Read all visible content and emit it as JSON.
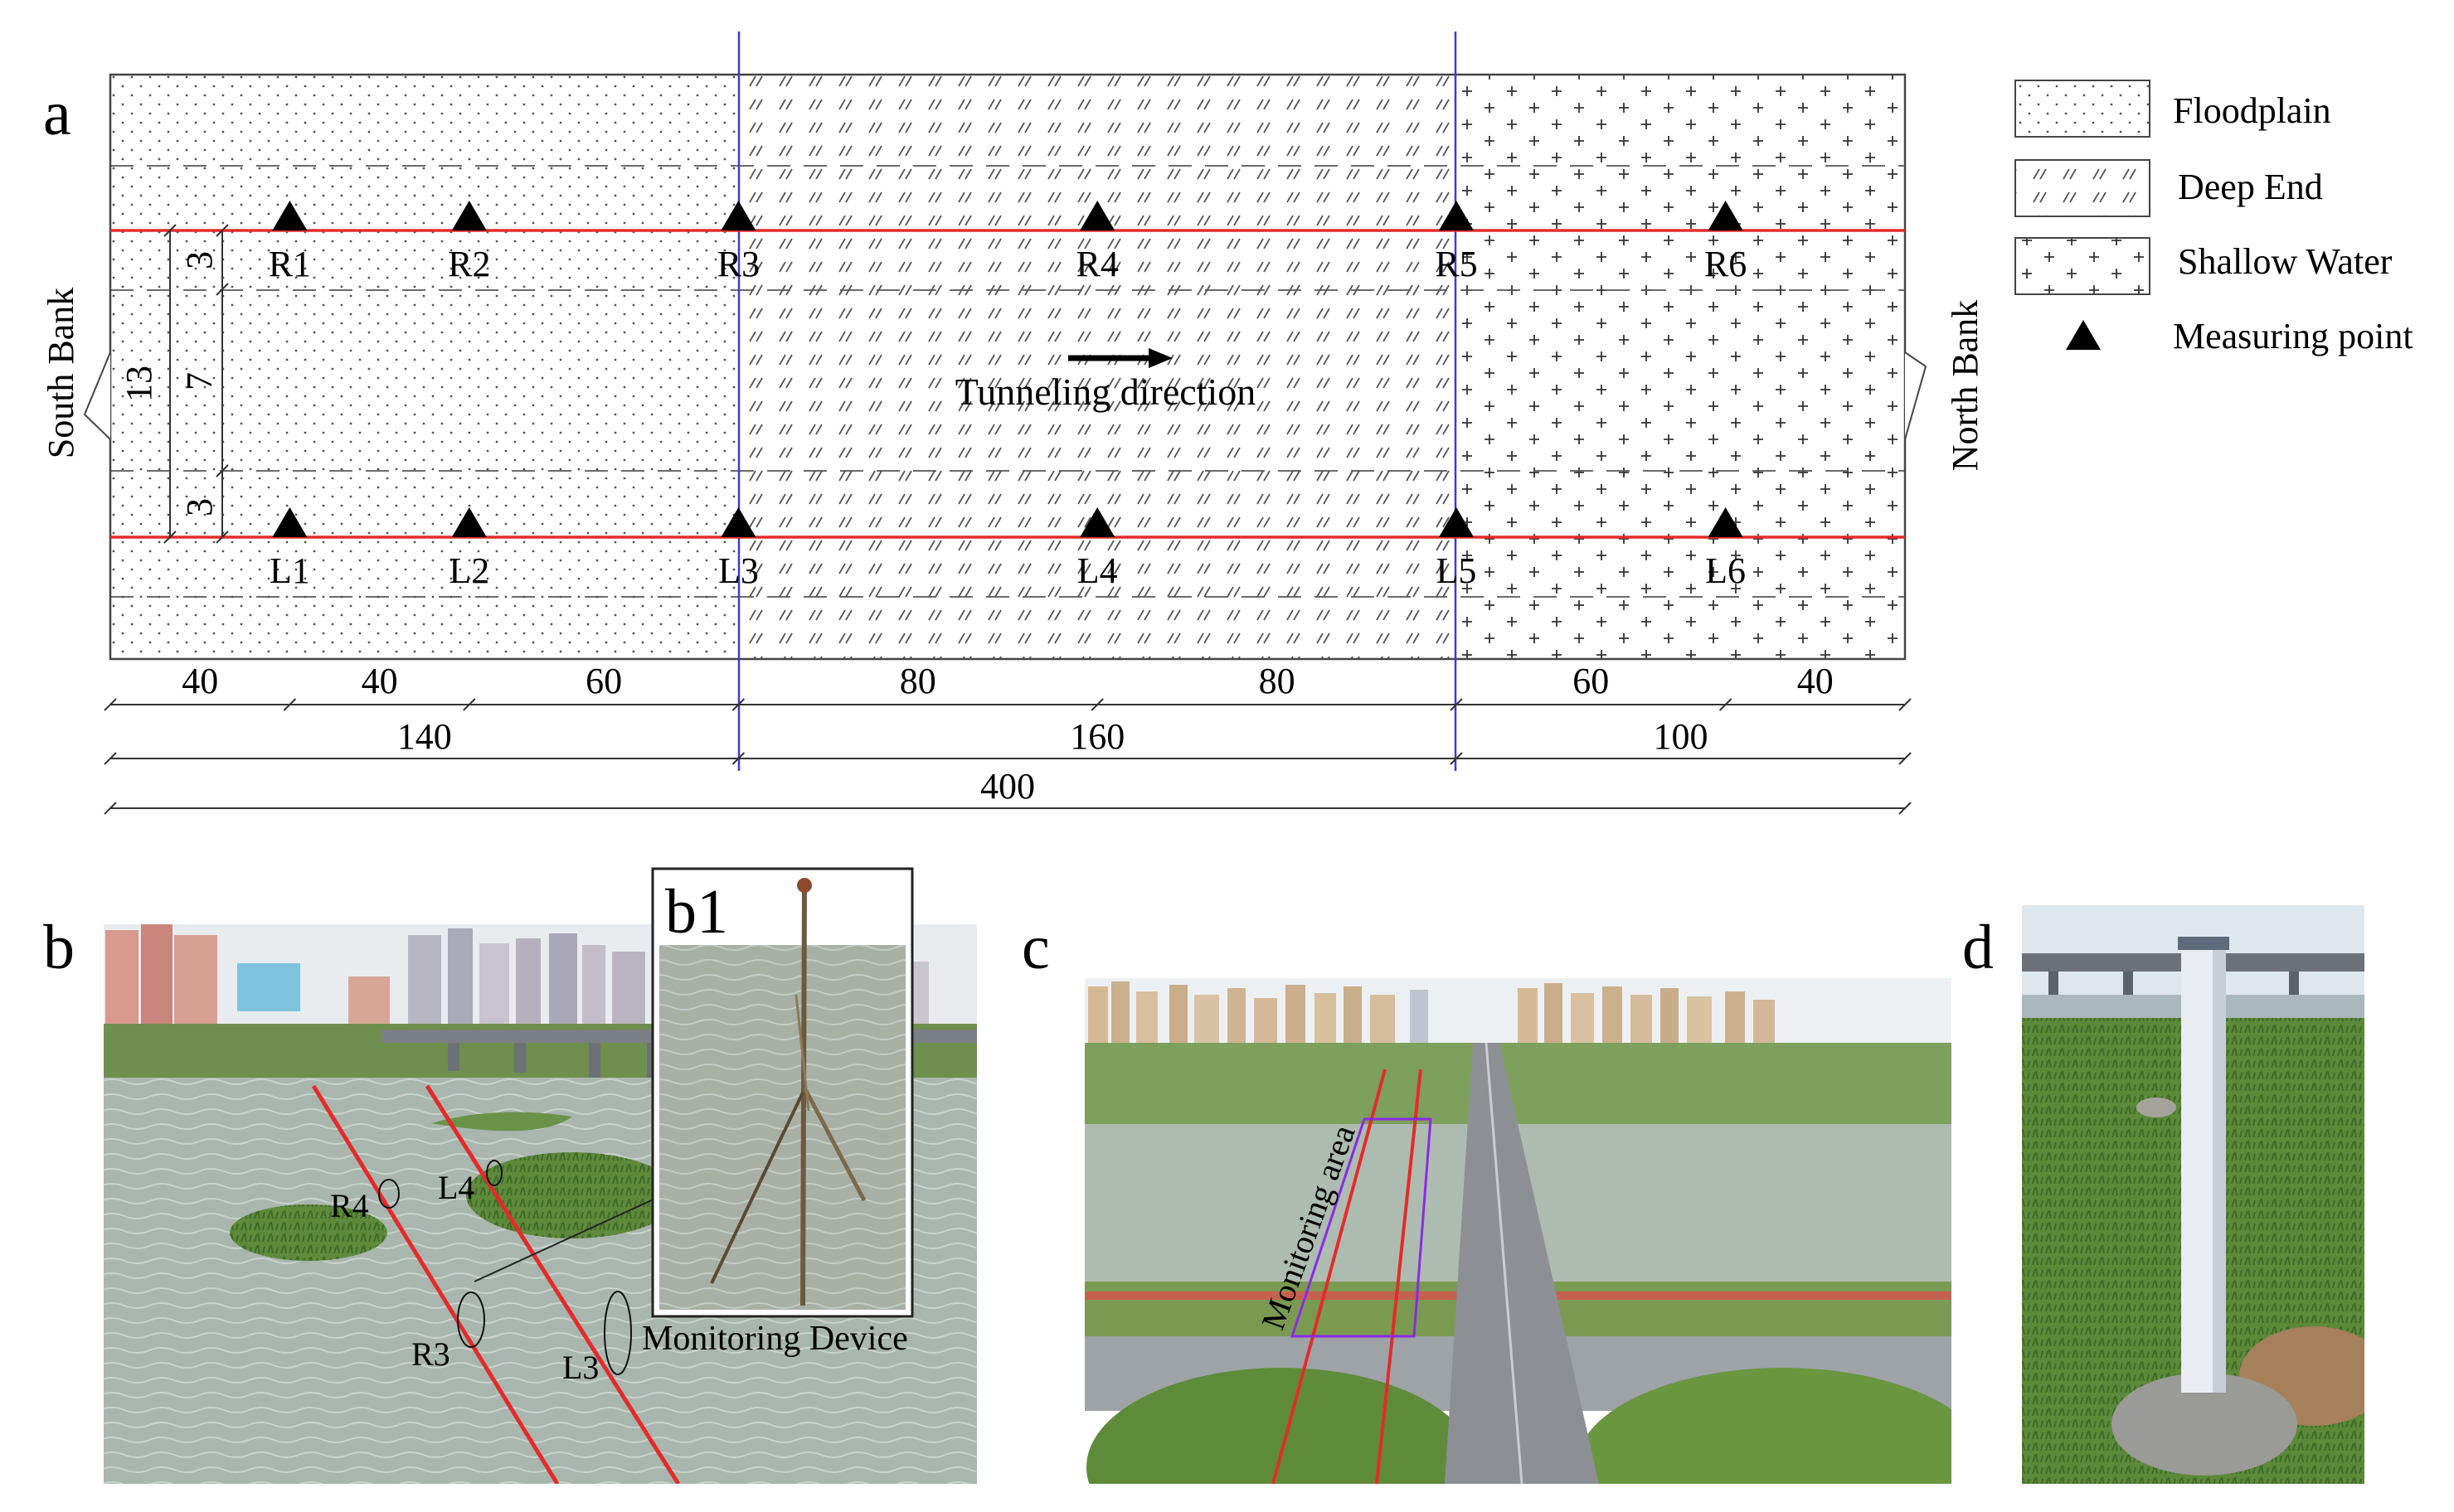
{
  "panel_labels": {
    "a": "a",
    "b": "b",
    "b1": "b1",
    "c": "c",
    "d": "d"
  },
  "banks": {
    "south": "South Bank",
    "north": "North Bank"
  },
  "legend": [
    {
      "id": "floodplain",
      "label": "Floodplain"
    },
    {
      "id": "deep-end",
      "label": "Deep End"
    },
    {
      "id": "shallow-water",
      "label": "Shallow Water"
    },
    {
      "id": "measuring-point",
      "label": "Measuring point"
    }
  ],
  "tunneling_direction": "Tunneling direction",
  "measuring_points": {
    "right_line": [
      "R1",
      "R2",
      "R3",
      "R4",
      "R5",
      "R6"
    ],
    "left_line": [
      "L1",
      "L2",
      "L3",
      "L4",
      "L5",
      "L6"
    ],
    "chainage": [
      40,
      80,
      140,
      220,
      300,
      360
    ]
  },
  "vertical_dims": {
    "total": "13",
    "top": "3",
    "middle": "7",
    "bottom": "3"
  },
  "dimensions": {
    "row1": [
      "40",
      "40",
      "60",
      "80",
      "80",
      "60",
      "40"
    ],
    "row1_breaks": [
      0,
      40,
      80,
      140,
      220,
      300,
      360,
      400
    ],
    "row2": [
      "140",
      "160",
      "100"
    ],
    "row2_breaks": [
      0,
      140,
      300,
      400
    ],
    "row3": [
      "400"
    ],
    "row3_breaks": [
      0,
      400
    ]
  },
  "zones": [
    {
      "type": "floodplain",
      "from": 0,
      "to": 140
    },
    {
      "type": "deep-end",
      "from": 140,
      "to": 300
    },
    {
      "type": "shallow-water",
      "from": 300,
      "to": 400
    }
  ],
  "photo_b": {
    "labels": [
      "R4",
      "L4",
      "R3",
      "L3"
    ],
    "caption": "Monitoring Device"
  },
  "photo_c": {
    "caption": "Monitoring area"
  },
  "colors": {
    "tunnel_line": "#e32b2b",
    "zone_boundary": "#3b3bd6",
    "monitoring_area": "#8a2be2",
    "ink": "#222222",
    "water": "#a9b6ae",
    "vegetation": "#5f8a3c",
    "sky": "#eef0f2"
  }
}
